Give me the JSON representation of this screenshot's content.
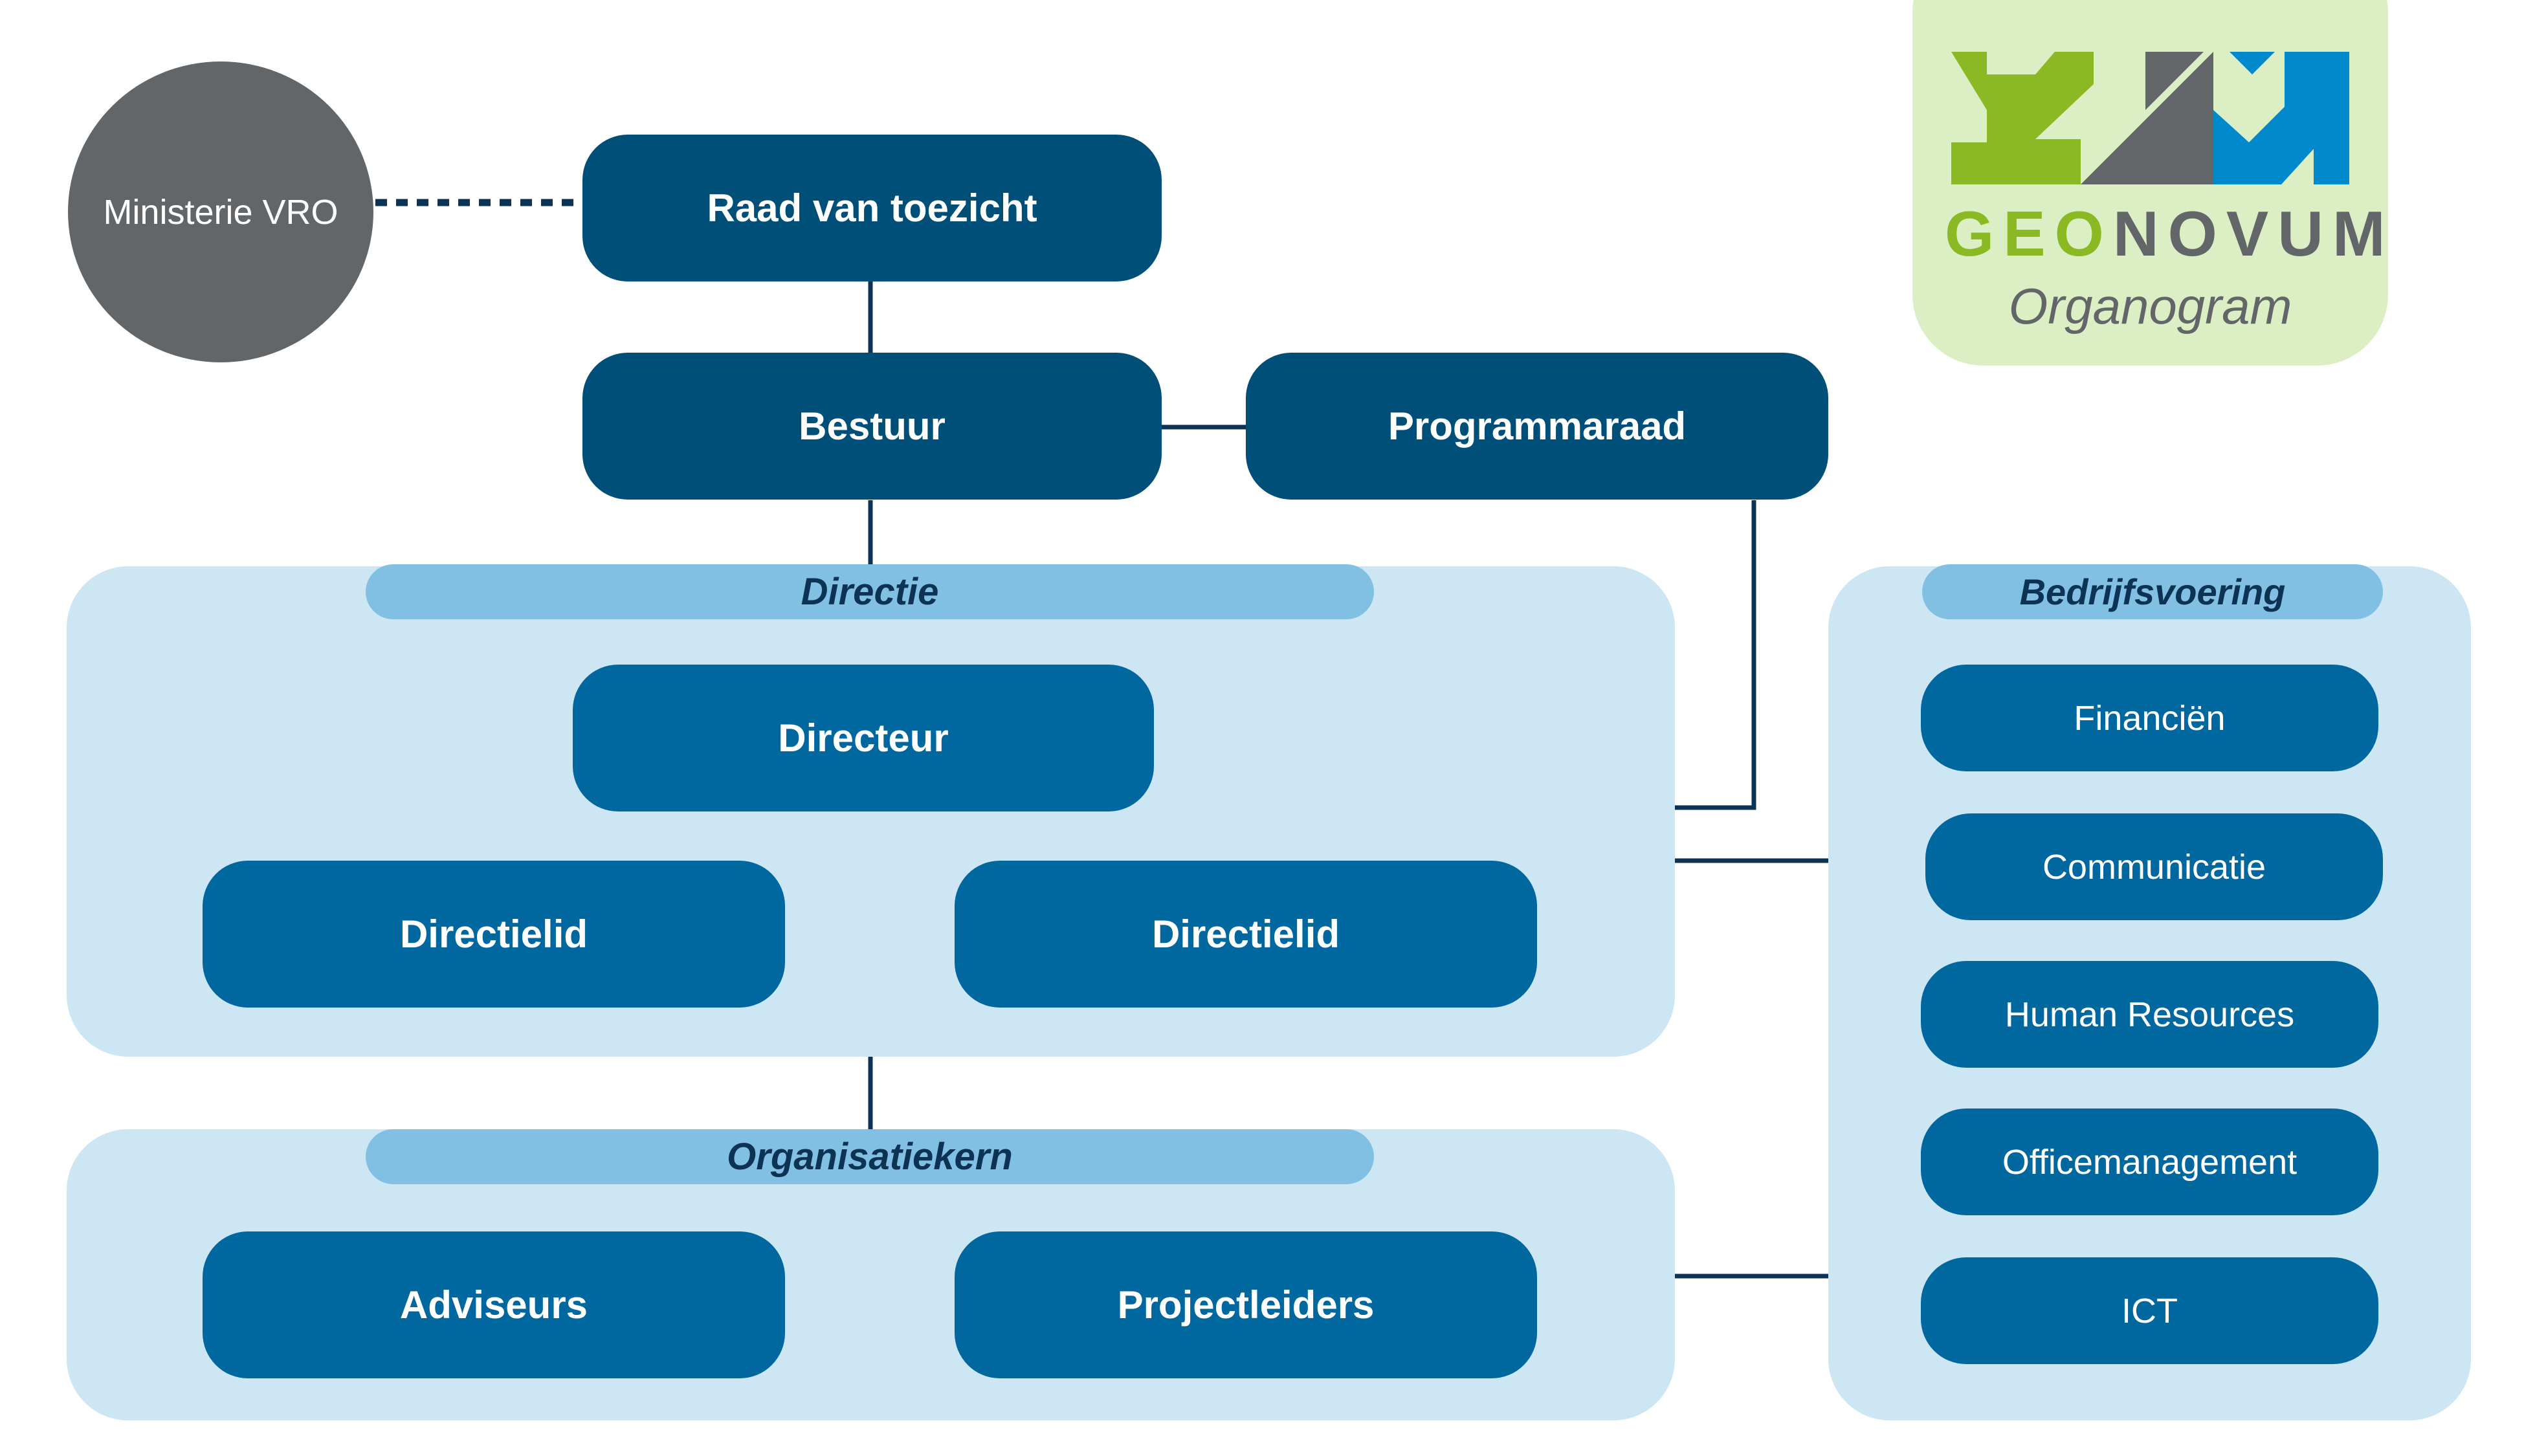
{
  "ministry": "Ministerie VRO",
  "board": {
    "supervisory": "Raad van toezicht",
    "bestuur": "Bestuur",
    "programmaraad": "Programmaraad"
  },
  "directie": {
    "title": "Directie",
    "directeur": "Directeur",
    "member_left": "Directielid",
    "member_right": "Directielid"
  },
  "organisatiekern": {
    "title": "Organisatiekern",
    "left": "Adviseurs",
    "right": "Projectleiders"
  },
  "bedrijfsvoering": {
    "title": "Bedrijfsvoering",
    "items": [
      "Financiën",
      "Communicatie",
      "Human Resources",
      "Officemanagement",
      "ICT"
    ]
  },
  "logo": {
    "part1": "GEO",
    "part2": "NOVUM",
    "subtitle": "Organogram",
    "colors": {
      "green": "#8ab924",
      "grey": "#636669",
      "blue": "#0089cc"
    }
  },
  "colors": {
    "node_dark": "#004f79",
    "node_mid": "#00679f",
    "group_bg": "#cce6f4",
    "group_title_bg": "#82c0e3",
    "connector": "#0d3354",
    "ministry_bg": "#636669"
  }
}
